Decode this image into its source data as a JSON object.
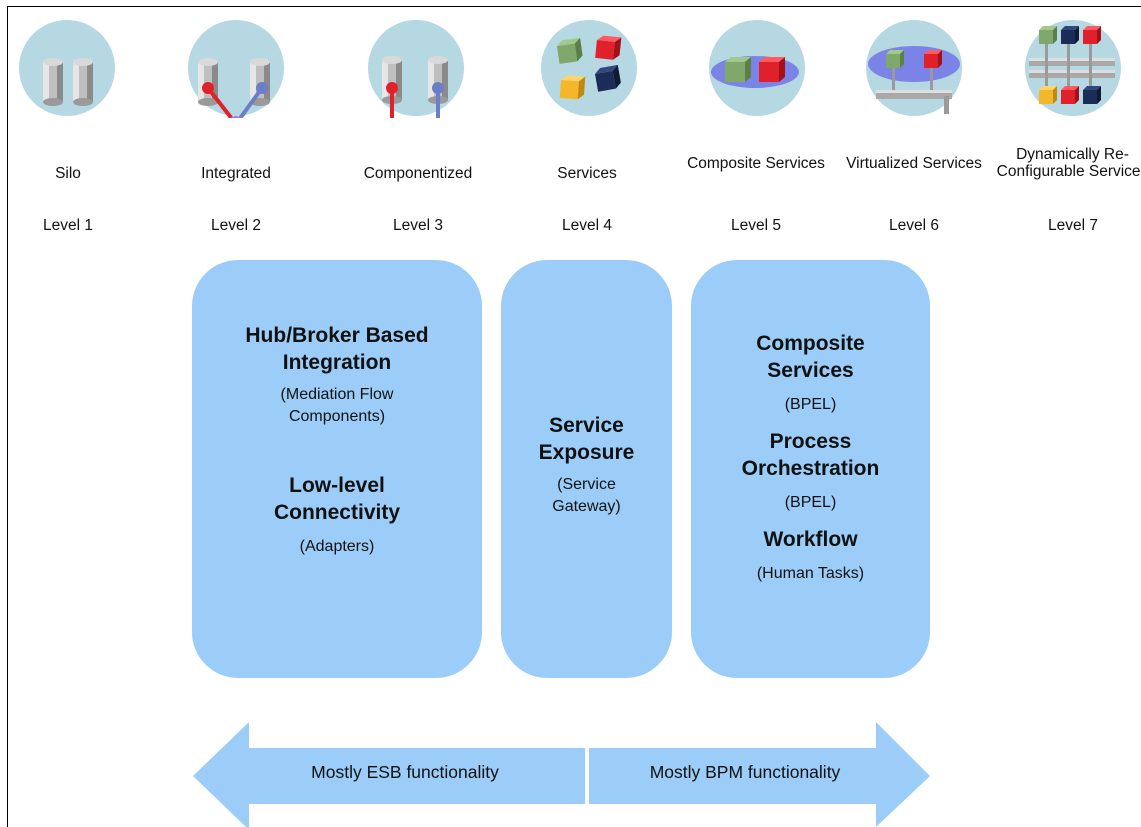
{
  "stages": [
    {
      "name": "Silo",
      "level": "Level 1",
      "icon": "silo-cylinders-icon"
    },
    {
      "name": "Integrated",
      "level": "Level 2",
      "icon": "integrated-cylinders-icon"
    },
    {
      "name": "Componentized",
      "level": "Level 3",
      "icon": "componentized-cylinders-icon"
    },
    {
      "name": "Services",
      "level": "Level 4",
      "icon": "services-cubes-icon"
    },
    {
      "name": "Composite Services",
      "level": "Level 5",
      "icon": "composite-services-icon"
    },
    {
      "name": "Virtualized Services",
      "level": "Level 6",
      "icon": "virtualized-services-icon"
    },
    {
      "name": "Dynamically Re-Configurable Services",
      "level": "Level 7",
      "icon": "reconfigurable-services-icon"
    }
  ],
  "boxes": {
    "esb": {
      "heading1": "Hub/Broker Based Integration",
      "detail1": "(Mediation Flow Components)",
      "heading2": "Low-level Connectivity",
      "detail2": "(Adapters)"
    },
    "gateway": {
      "heading": "Service Exposure",
      "detail": "(Service Gateway)"
    },
    "bpm": {
      "heading1": "Composite Services",
      "detail1": "(BPEL)",
      "heading2": "Process Orchestration",
      "detail2": "(BPEL)",
      "heading3": "Workflow",
      "detail3": "(Human Tasks)"
    }
  },
  "arrow": {
    "left_label": "Mostly ESB functionality",
    "right_label": "Mostly BPM functionality"
  },
  "colors": {
    "box_fill": "#9ccdf8",
    "arrow_fill": "#9ccdf8",
    "icon_circle": "#b5d8e2",
    "oval": "#7b84e6",
    "cube_green": "#7fa86a",
    "cube_red": "#e0202a",
    "cube_navy": "#1b2d57",
    "cube_yellow": "#f5b72a"
  }
}
